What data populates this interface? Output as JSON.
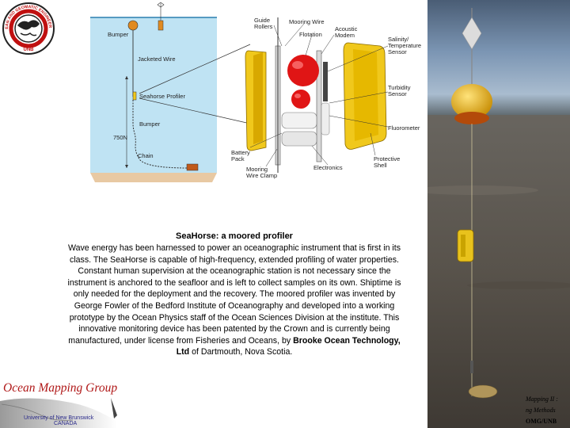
{
  "logo": {
    "ring_text": "OCEAN AND GEOMATIC ENGINEERING",
    "bottom_text": "UNB"
  },
  "mooring_diagram": {
    "labels": {
      "bumper_top": "Bumper",
      "jacketed_wire": "Jacketed Wire",
      "seahorse_profiler": "Seahorse Profiler",
      "bumper_bottom": "Bumper",
      "depth": "750N",
      "chain": "Chain"
    }
  },
  "profiler_diagram": {
    "labels": {
      "guide_rollers": "Guide\nRollers",
      "mooring_wire": "Mooring Wire",
      "flotation": "Flotation",
      "acoustic_modem": "Acoustic\nModem",
      "salinity_sensor": "Salinity/\nTemperature\nSensor",
      "turbidity_sensor": "Turbidity\nSensor",
      "fluorometer": "Fluorometer",
      "battery_pack": "Battery\nPack",
      "mooring_wire_clamp": "Mooring\nWire Clamp",
      "electronics": "Electronics",
      "protective_shell": "Protective\nShell"
    }
  },
  "article": {
    "title": "SeaHorse: a moored profiler",
    "body_pre": "Wave energy has been harnessed to power an oceanographic instrument that is first in its class. The SeaHorse is capable of high-frequency, extended profiling of water properties. Constant human supervision at the oceanographic station is not necessary since the instrument is anchored to the seafloor and is left to collect samples on its own. Shiptime is only needed for the deployment and the recovery. The moored profiler was invented by George Fowler of the Bedford Institute of Oceanography and developed into a working prototype by the Ocean Physics staff of the Ocean Sciences Division at the institute. This innovative monitoring device has been patented by the Crown and is currently being manufactured, under license from Fisheries and Oceans, by ",
    "company": "Brooke Ocean Technology, Ltd",
    "body_post": "  of Dartmouth, Nova Scotia."
  },
  "footer": {
    "group_name": "Ocean Mapping Group",
    "university": "University of New Brunswick",
    "country": "CANADA",
    "caption_line1": "Mapping II :",
    "caption_line2": "ng Methods",
    "caption_line3": "OMG/UNB"
  },
  "colors": {
    "water": "#bfe3f3",
    "seabed": "#e8c9a3",
    "yellow_shell": "#f0c81c",
    "red_float": "#e01515",
    "group_red": "#b01818",
    "unb_blue": "#2a2a8a"
  }
}
